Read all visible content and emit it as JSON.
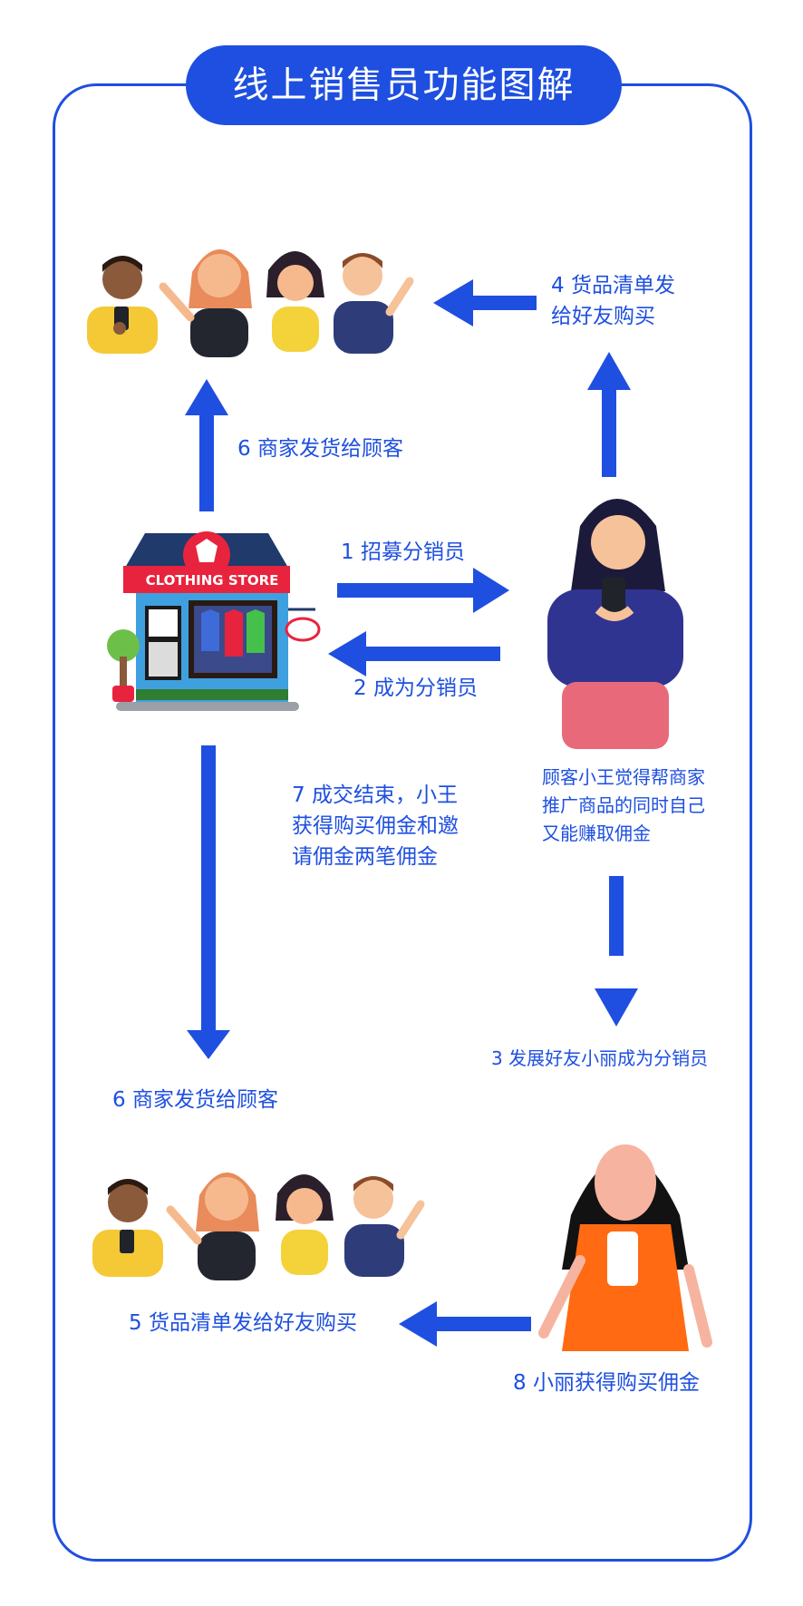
{
  "title": "线上销售员功能图解",
  "store_sign": "CLOTHING STORE",
  "labels": {
    "step4": [
      "4  货品清单发",
      "给好友购买"
    ],
    "step6_top": "6 商家发货给顾客",
    "step1": "1 招募分销员",
    "step2": "2 成为分销员",
    "customer_desc": [
      "顾客小王觉得帮商家",
      "推广商品的同时自己",
      "又能赚取佣金"
    ],
    "step7": [
      "7  成交结束，小王",
      "获得购买佣金和邀",
      "请佣金两笔佣金"
    ],
    "step3": "3 发展好友小丽成为分销员",
    "step6_bottom": "6 商家发货给顾客",
    "step5": "5 货品清单发给好友购买",
    "step8": "8 小丽获得购买佣金"
  },
  "colors": {
    "accent": "#1e4fe0",
    "frame": "#1e4fe0"
  }
}
